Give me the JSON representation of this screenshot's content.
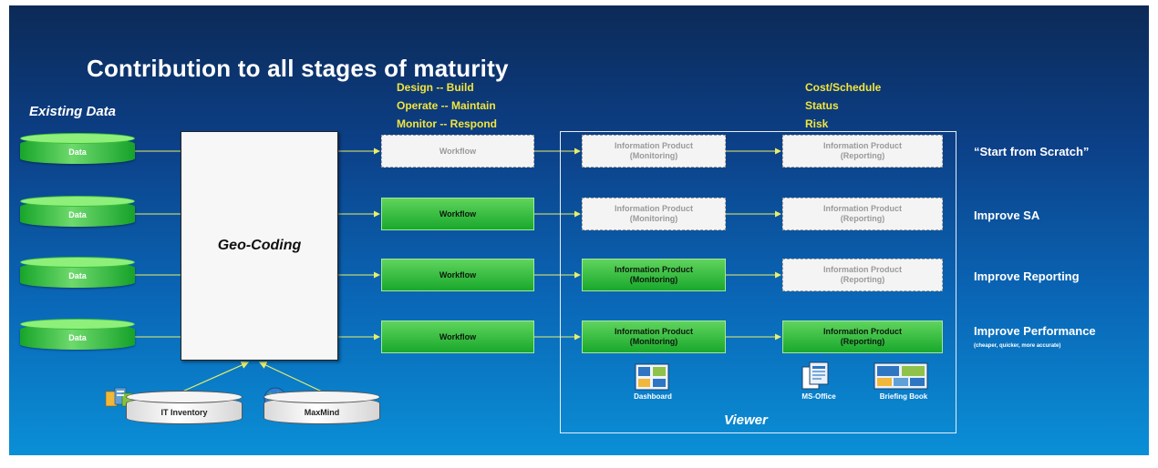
{
  "slide": {
    "title": "Contribution to all stages of maturity",
    "existing_label": "Existing Data",
    "lifecycle": [
      "Design -- Build",
      "Operate -- Maintain",
      "Monitor -- Respond"
    ],
    "reporting_topics": [
      "Cost/Schedule",
      "Status",
      "Risk"
    ],
    "geocoding_label": "Geo-Coding",
    "viewer_label": "Viewer",
    "sources": [
      {
        "label": "IT Inventory",
        "icon": "server-stack-icon"
      },
      {
        "label": "MaxMind",
        "icon": "globe-icon"
      }
    ],
    "rows": [
      {
        "data_label": "Data",
        "workflow": {
          "label": "Workflow",
          "active": false
        },
        "monitoring": {
          "line1": "Information Product",
          "line2": "(Monitoring)",
          "active": false
        },
        "reporting": {
          "line1": "Information Product",
          "line2": "(Reporting)",
          "active": false
        },
        "outcome": "“Start from Scratch”",
        "outcome_sub": ""
      },
      {
        "data_label": "Data",
        "workflow": {
          "label": "Workflow",
          "active": true
        },
        "monitoring": {
          "line1": "Information Product",
          "line2": "(Monitoring)",
          "active": false
        },
        "reporting": {
          "line1": "Information Product",
          "line2": "(Reporting)",
          "active": false
        },
        "outcome": "Improve SA",
        "outcome_sub": ""
      },
      {
        "data_label": "Data",
        "workflow": {
          "label": "Workflow",
          "active": true
        },
        "monitoring": {
          "line1": "Information Product",
          "line2": "(Monitoring)",
          "active": true
        },
        "reporting": {
          "line1": "Information Product",
          "line2": "(Reporting)",
          "active": false
        },
        "outcome": "Improve Reporting",
        "outcome_sub": ""
      },
      {
        "data_label": "Data",
        "workflow": {
          "label": "Workflow",
          "active": true
        },
        "monitoring": {
          "line1": "Information Product",
          "line2": "(Monitoring)",
          "active": true
        },
        "reporting": {
          "line1": "Information Product",
          "line2": "(Reporting)",
          "active": true
        },
        "outcome": "Improve Performance",
        "outcome_sub": "(cheaper, quicker, more accurate)"
      }
    ],
    "apps": [
      {
        "label": "Dashboard",
        "icon": "dashboard-icon"
      },
      {
        "label": "MS-Office",
        "icon": "document-stack-icon"
      },
      {
        "label": "Briefing Book",
        "icon": "briefing-book-icon"
      }
    ],
    "colors": {
      "background_top": "#0c2a57",
      "background_bottom": "#0a8fd6",
      "accent_green": "#19a82c",
      "inactive_box": "#f4f4f4",
      "heading_yellow": "#f3e53c",
      "connector_yellow": "#e7ef6c"
    }
  }
}
